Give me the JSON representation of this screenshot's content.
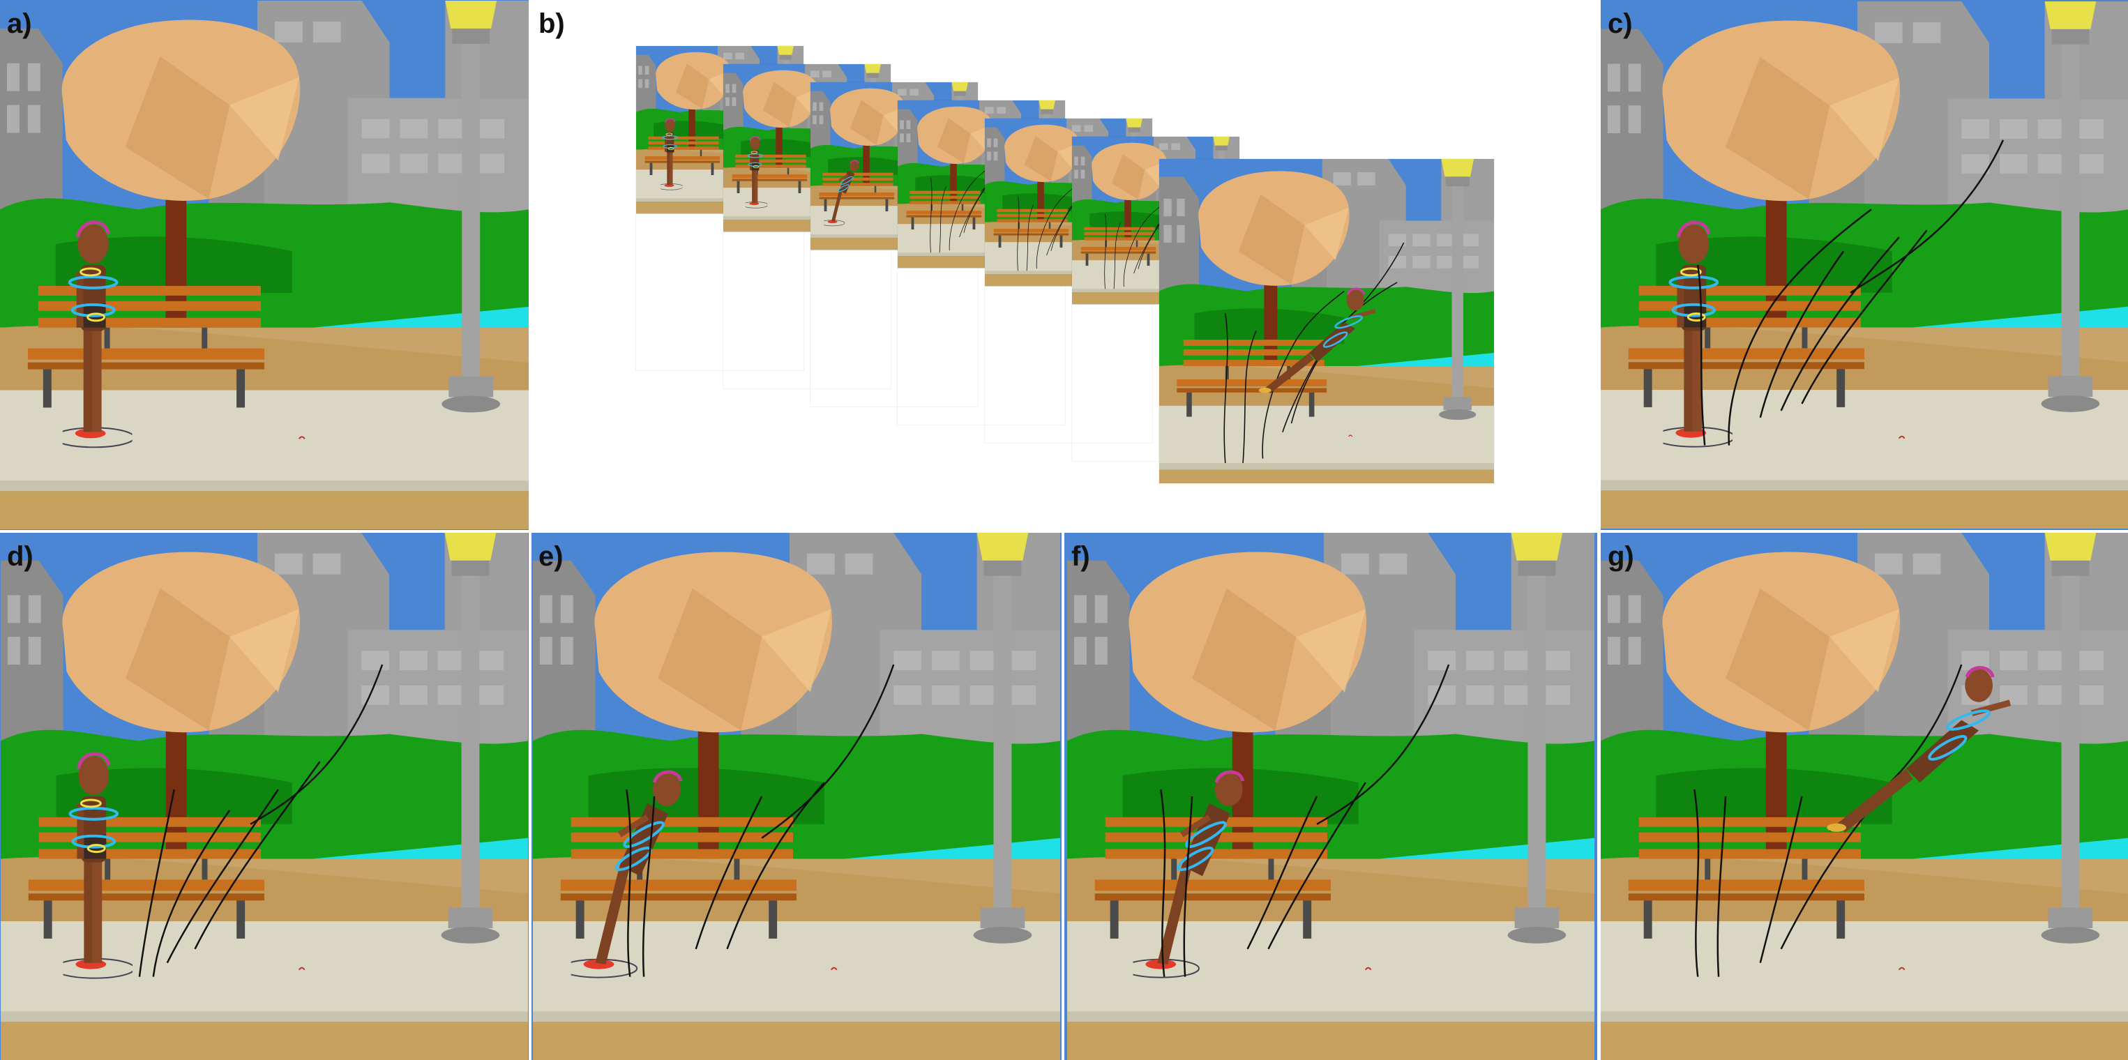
{
  "figure": {
    "panels": [
      {
        "id": "a",
        "label": "a)"
      },
      {
        "id": "b",
        "label": "b)"
      },
      {
        "id": "c",
        "label": "c)"
      },
      {
        "id": "d",
        "label": "d)"
      },
      {
        "id": "e",
        "label": "e)"
      },
      {
        "id": "f",
        "label": "f)"
      },
      {
        "id": "g",
        "label": "g)"
      }
    ],
    "colors": {
      "sky": "#4a86d4",
      "building": "#9a9a9a",
      "grass": "#18a318",
      "water": "#1ee0e6",
      "path": "#d9d6c3",
      "dirt": "#c9a46a",
      "tree_canopy": "#e8b77c",
      "tree_trunk": "#7a2e12",
      "bench": "#c8701e",
      "character_skin": "#8a4a28",
      "sketch_stroke": "#111111",
      "rig_handles": "#35b8ee"
    }
  }
}
